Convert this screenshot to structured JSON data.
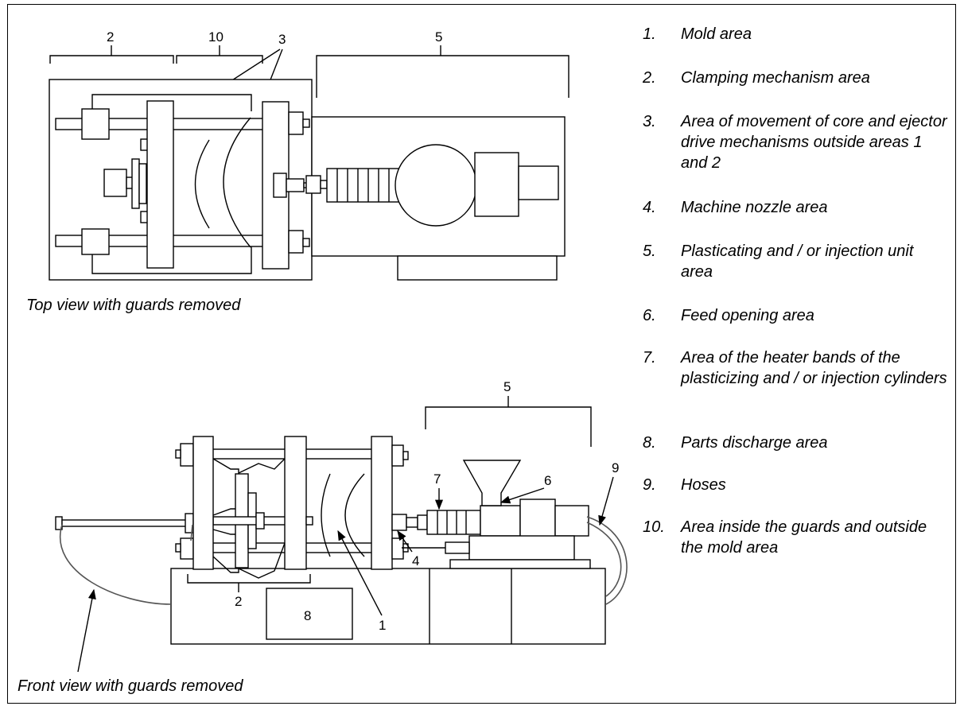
{
  "captions": {
    "top_view": "Top view with guards removed",
    "front_view": "Front view with guards removed"
  },
  "callouts": {
    "top": {
      "c2": "2",
      "c10": "10",
      "c3": "3",
      "c5": "5"
    },
    "front": {
      "c5": "5",
      "c7": "7",
      "c6": "6",
      "c9": "9",
      "c4": "4",
      "c2": "2",
      "c1": "1",
      "c8": "8"
    }
  },
  "legend": [
    {
      "num": "1.",
      "text": "Mold area"
    },
    {
      "num": "2.",
      "text": "Clamping mechanism area"
    },
    {
      "num": "3.",
      "text": "Area of movement of core and ejector drive mechanisms outside areas 1 and 2"
    },
    {
      "num": "4.",
      "text": "Machine nozzle area"
    },
    {
      "num": "5.",
      "text": "Plasticating and / or injection unit area"
    },
    {
      "num": "6.",
      "text": "Feed opening area"
    },
    {
      "num": "7.",
      "text": "Area of the heater bands of the plasticizing and / or injection cylinders"
    },
    {
      "num": "8.",
      "text": "Parts discharge area"
    },
    {
      "num": "9.",
      "text": "Hoses"
    },
    {
      "num": "10.",
      "text": "Area inside the guards and outside the mold area"
    }
  ]
}
